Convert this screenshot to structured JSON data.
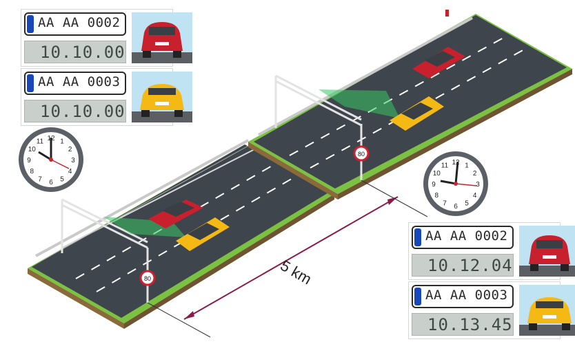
{
  "distance_label": "5 km",
  "speed_limit": "80",
  "checkpoints": [
    {
      "plate": "AA AA 0002",
      "time": "10.10.00",
      "car": "red"
    },
    {
      "plate": "AA AA 0003",
      "time": "10.10.00",
      "car": "yellow"
    },
    {
      "plate": "AA AA 0002",
      "time": "10.12.04",
      "car": "red"
    },
    {
      "plate": "AA AA 0003",
      "time": "10.13.45",
      "car": "yellow"
    }
  ],
  "clock_numbers": [
    "12",
    "1",
    "2",
    "3",
    "4",
    "5",
    "6",
    "7",
    "8",
    "9",
    "10",
    "11"
  ],
  "colors": {
    "road": "#3e454c",
    "grass": "#7cc242",
    "red_car": "#c8202d",
    "yellow_car": "#f5b915",
    "camera_beam": "#37c463",
    "accent": "#8b1a4a"
  }
}
